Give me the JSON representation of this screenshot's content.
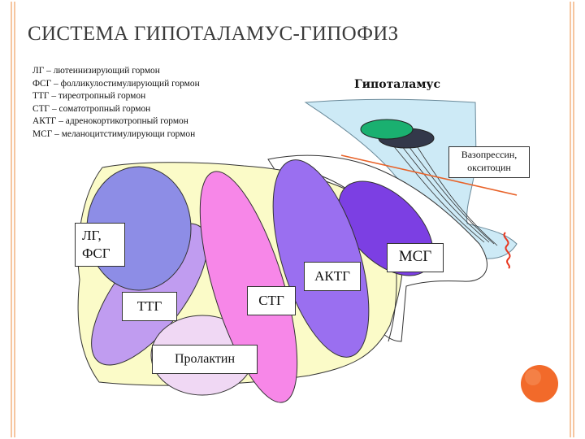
{
  "title": "СИСТЕМА ГИПОТАЛАМУС-ГИПОФИЗ",
  "legend": [
    "ЛГ – лютеинизирующий гормон",
    "ФСГ – фолликулостимулирующий гормон",
    "ТТГ – тиреотропный гормон",
    "СТГ – соматотропный гормон",
    "АКТГ – адренокортикотропный гормон",
    "МСГ – меланоцитстимулирующи гормон"
  ],
  "labels": {
    "hypothalamus": "Гипоталамус",
    "vasopressin": "Вазопрессин, окситоцин",
    "lh_fsh": "ЛГ,\nФСГ",
    "msh": "МСГ",
    "acth": "АКТГ",
    "gh": "СТГ",
    "tsh": "ТТГ",
    "prolactin": "Пролактин"
  },
  "colors": {
    "frame_orange": "#f0a060",
    "lh_fsh": "#8d8de6",
    "tsh": "#c09cf0",
    "gh": "#f787e8",
    "acth": "#9a6ff0",
    "msh": "#7c3fe3",
    "prolactin": "#f0d8f4",
    "gland_base": "#fbfbc8",
    "hypothalamus": "#cdeaf6",
    "nucleus_green": "#1ab070",
    "nucleus_dark": "#33384a",
    "red_line": "#e8361e",
    "orange_line": "#e8632a",
    "corner_dot": "#f26a2a"
  }
}
